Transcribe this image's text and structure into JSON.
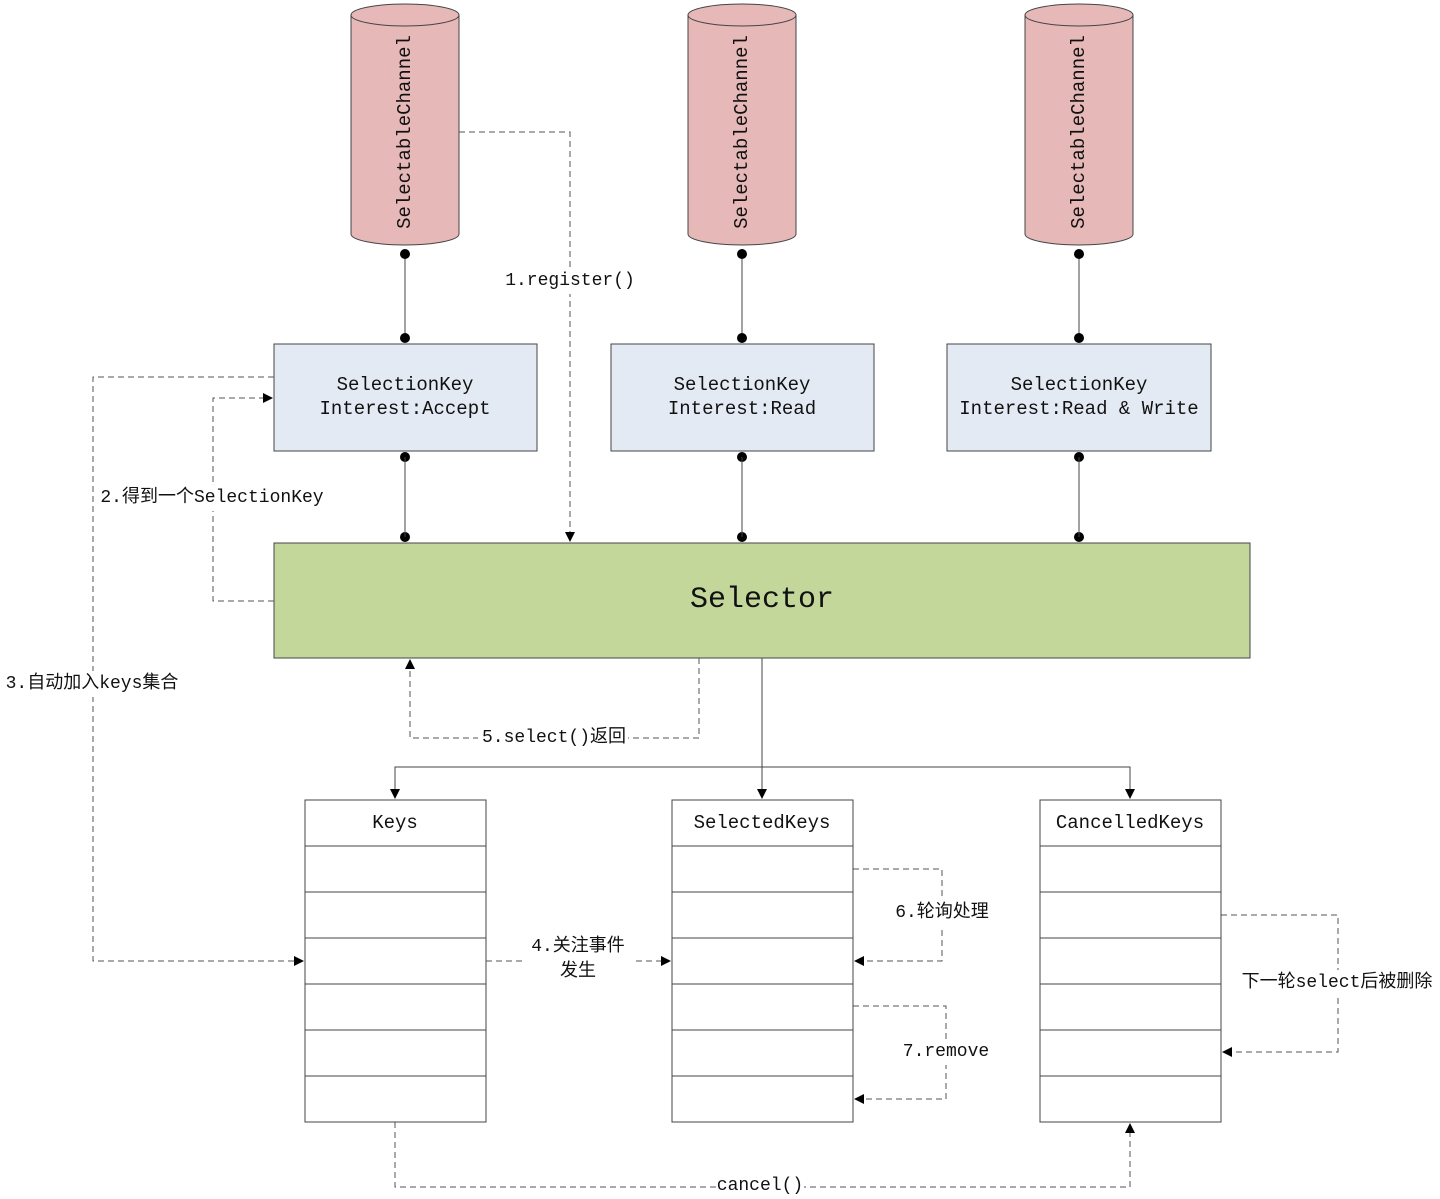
{
  "channels": [
    {
      "label": "SelectableChannel"
    },
    {
      "label": "SelectableChannel"
    },
    {
      "label": "SelectableChannel"
    }
  ],
  "selection_keys": [
    {
      "title": "SelectionKey",
      "interest": "Interest:Accept"
    },
    {
      "title": "SelectionKey",
      "interest": "Interest:Read"
    },
    {
      "title": "SelectionKey",
      "interest": "Interest:Read & Write"
    }
  ],
  "selector": {
    "label": "Selector"
  },
  "sets": [
    {
      "title": "Keys"
    },
    {
      "title": "SelectedKeys"
    },
    {
      "title": "CancelledKeys"
    }
  ],
  "steps": {
    "register": "1.register()",
    "get_key": "2.得到一个SelectionKey",
    "auto_add": "3.自动加入keys集合",
    "event_line1": "4.关注事件",
    "event_line2": "发生",
    "select_return": "5.select()返回",
    "poll": "6.轮询处理",
    "remove": "7.remove",
    "next_delete": "下一轮select后被删除",
    "cancel": "cancel()"
  },
  "colors": {
    "channel_fill": "#e6b9b8",
    "key_fill": "#e4eaf4",
    "selector_fill": "#c4d79b",
    "line": "#444444"
  }
}
